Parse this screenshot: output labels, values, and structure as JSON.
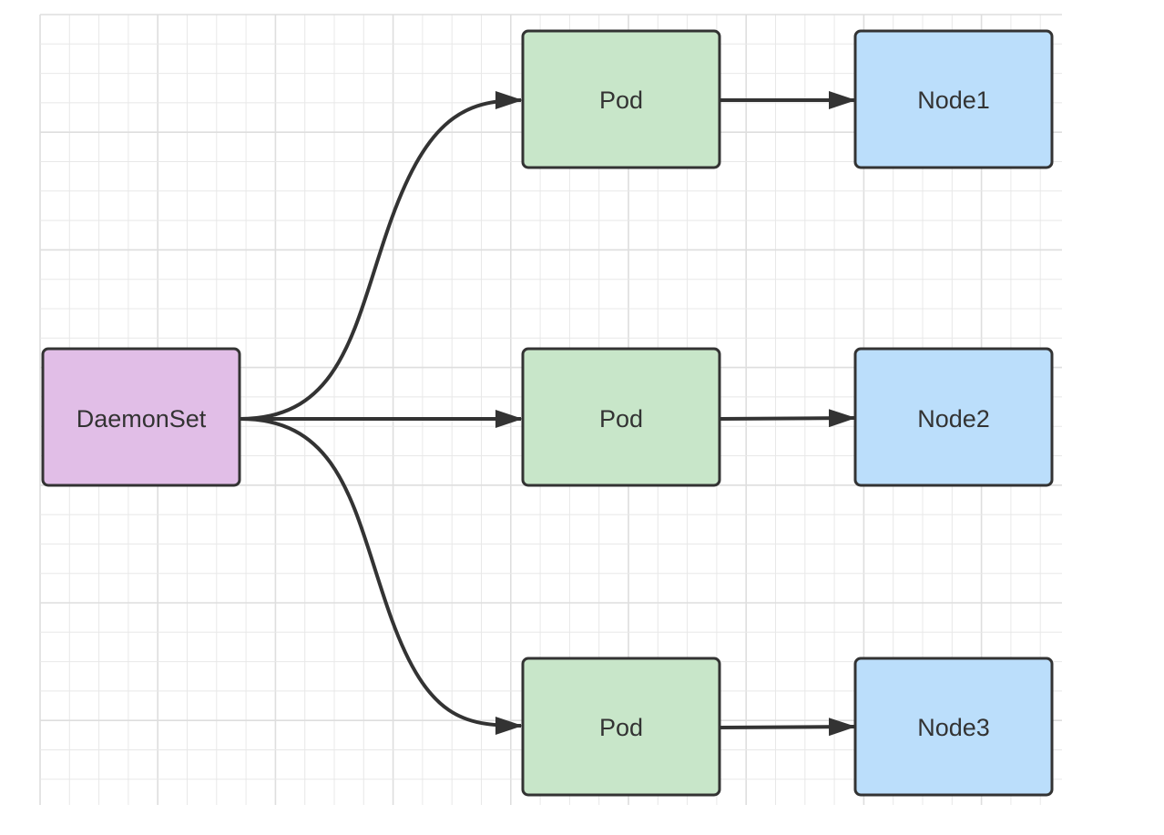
{
  "diagram": {
    "nodes": [
      {
        "id": "daemonset",
        "label": "DaemonSet",
        "fill": "#E1BEE7",
        "stroke": "#333333"
      },
      {
        "id": "pod1",
        "label": "Pod",
        "fill": "#C8E6C9",
        "stroke": "#333333"
      },
      {
        "id": "pod2",
        "label": "Pod",
        "fill": "#C8E6C9",
        "stroke": "#333333"
      },
      {
        "id": "pod3",
        "label": "Pod",
        "fill": "#C8E6C9",
        "stroke": "#333333"
      },
      {
        "id": "node1",
        "label": "Node1",
        "fill": "#BBDEFB",
        "stroke": "#333333"
      },
      {
        "id": "node2",
        "label": "Node2",
        "fill": "#BBDEFB",
        "stroke": "#333333"
      },
      {
        "id": "node3",
        "label": "Node3",
        "fill": "#BBDEFB",
        "stroke": "#333333"
      }
    ],
    "edges": [
      {
        "from": "daemonset",
        "to": "pod1"
      },
      {
        "from": "daemonset",
        "to": "pod2"
      },
      {
        "from": "daemonset",
        "to": "pod3"
      },
      {
        "from": "pod1",
        "to": "node1"
      },
      {
        "from": "pod2",
        "to": "node2"
      },
      {
        "from": "pod3",
        "to": "node3"
      }
    ],
    "grid": true,
    "edge_color": "#333333",
    "grid_color": "#E8E8E8"
  }
}
